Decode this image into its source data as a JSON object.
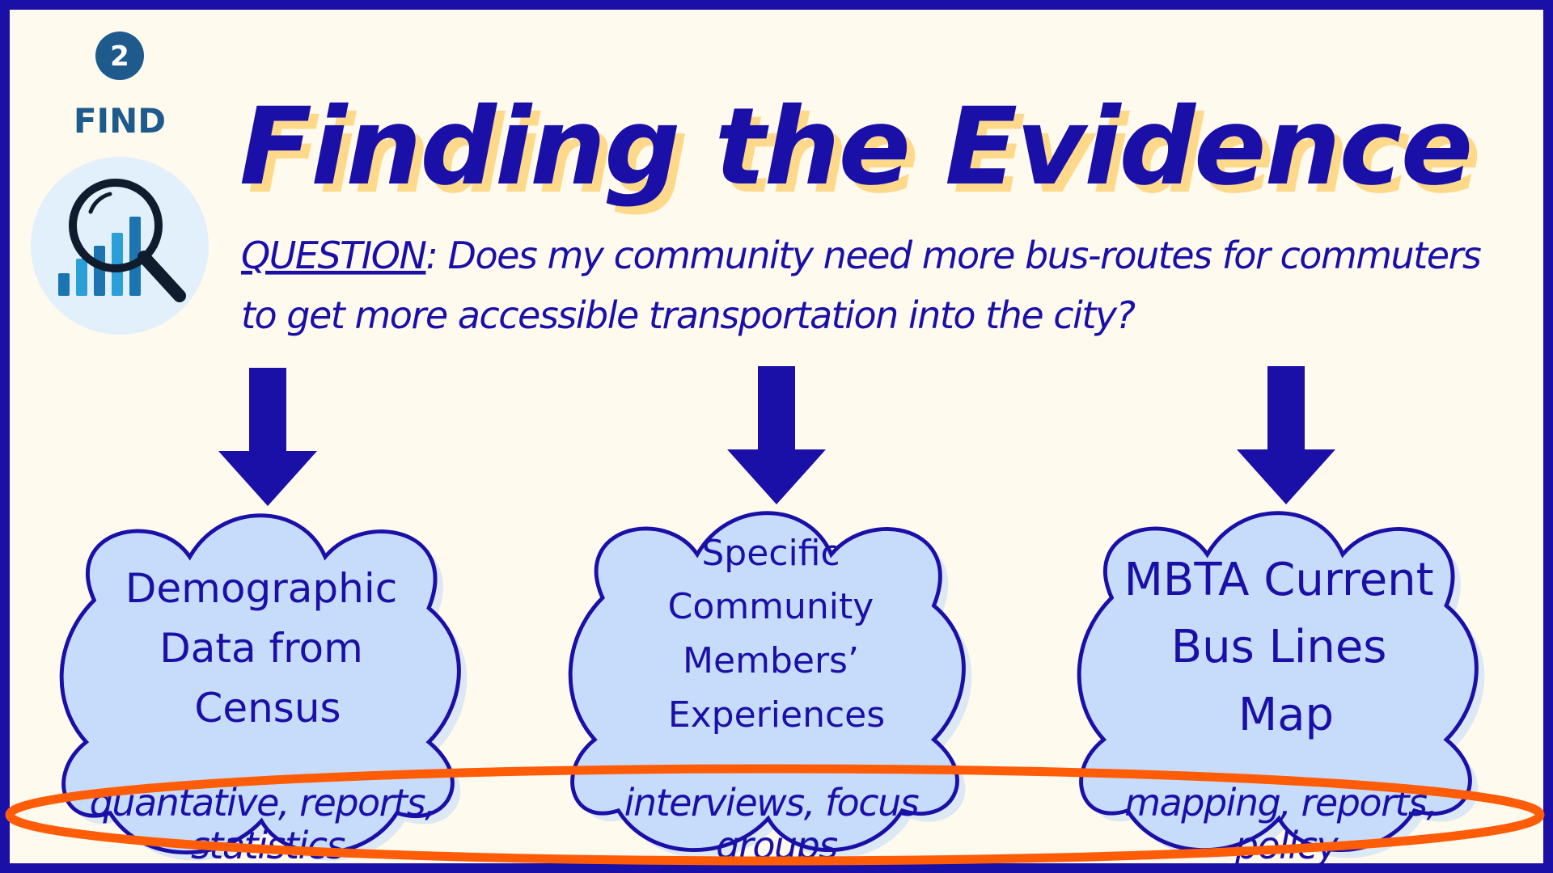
{
  "step": {
    "number": "2",
    "label": "FIND"
  },
  "title": "Finding the Evidence",
  "question": {
    "prefix": "QUESTION",
    "line1": ":  Does my community need more bus-routes for commuters",
    "line2": "to get more accessible transportation into the city?"
  },
  "sources": [
    {
      "lines": [
        "Demographic",
        "Data from",
        "Census"
      ],
      "caption_lines": [
        "quantative, reports,",
        "statistics"
      ]
    },
    {
      "lines": [
        "Specific",
        "Community",
        "Members’",
        "Experiences"
      ],
      "caption_lines": [
        "interviews, focus",
        "groups"
      ]
    },
    {
      "lines": [
        "MBTA Current",
        "Bus Lines",
        "Map"
      ],
      "caption_lines": [
        "mapping, reports,",
        "policy"
      ]
    }
  ],
  "colors": {
    "background": "#fffaee",
    "frame": "#1a10a8",
    "title": "#1a10a8",
    "title_shadow": "#ffd98a",
    "cloud_fill": "#c7dcfa",
    "cloud_stroke": "#1a10a8",
    "highlight_ellipse": "#ff5c08",
    "step_badge": "#1e5b8c",
    "icon_bg": "#e2f0fb"
  }
}
